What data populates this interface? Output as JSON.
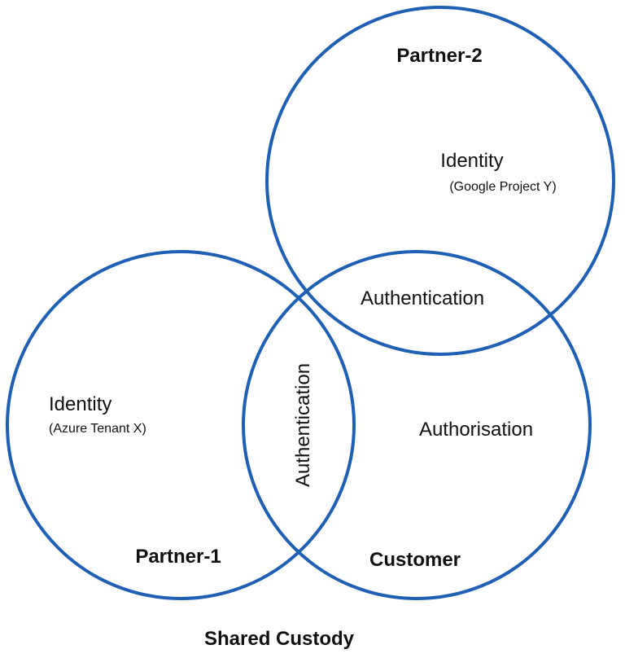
{
  "colors": {
    "circle_stroke": "#1f5fb4",
    "text": "#111111",
    "background": "#ffffff"
  },
  "partner2": {
    "name": "Partner-2",
    "identity": "Identity",
    "identity_detail": "(Google Project Y)"
  },
  "partner1": {
    "name": "Partner-1",
    "identity": "Identity",
    "identity_detail": "(Azure Tenant X)"
  },
  "customer": {
    "name": "Customer",
    "authorisation": "Authorisation"
  },
  "overlaps": {
    "partner2_customer": "Authentication",
    "partner1_customer": "Authentication"
  },
  "caption": "Shared Custody"
}
